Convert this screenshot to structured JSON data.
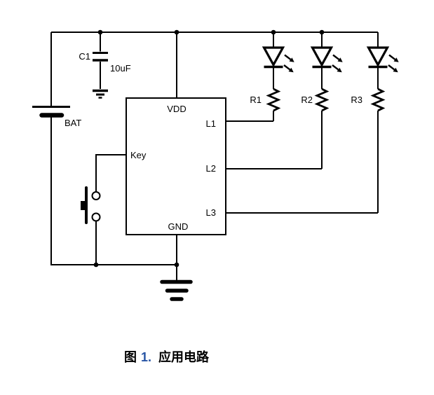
{
  "figure": {
    "caption": {
      "prefix": "图",
      "number": "1.",
      "title": "应用电路"
    },
    "colors": {
      "line": "#000000",
      "label_text": "#000000",
      "figure_number": "#2855a5",
      "background": "#ffffff"
    }
  },
  "components": {
    "battery": {
      "label": "BAT"
    },
    "capacitor": {
      "ref": "C1",
      "value": "10uF"
    },
    "ic": {
      "pins": {
        "vdd": "VDD",
        "l1": "L1",
        "key": "Key",
        "l2": "L2",
        "l3": "L3",
        "gnd": "GND"
      }
    },
    "resistors": [
      {
        "ref": "R1"
      },
      {
        "ref": "R2"
      },
      {
        "ref": "R3"
      }
    ]
  }
}
